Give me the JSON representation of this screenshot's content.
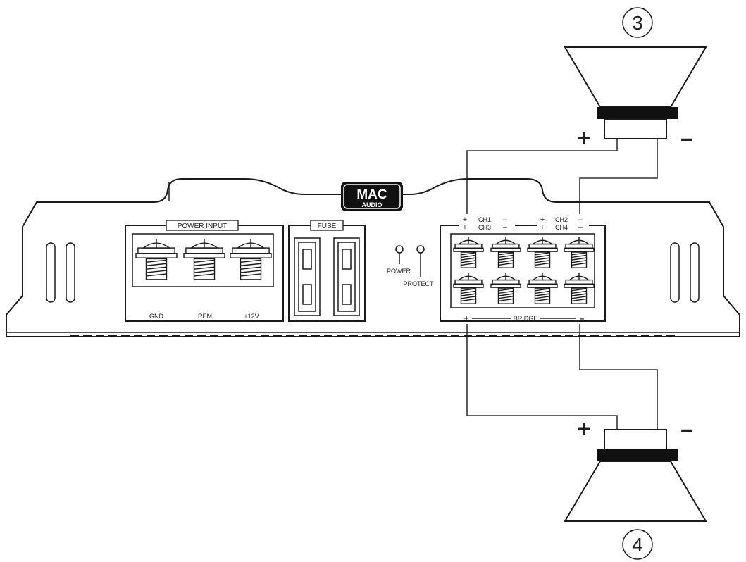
{
  "brand": {
    "line1": "MAC",
    "line2": "AUDIO"
  },
  "callouts": {
    "top": "3",
    "bottom": "4"
  },
  "speaker_top": {
    "plus": "+",
    "minus": "–"
  },
  "speaker_bottom": {
    "plus": "+",
    "minus": "–"
  },
  "power_input": {
    "title": "POWER INPUT",
    "terminals": [
      "GND",
      "REM",
      "+12V"
    ]
  },
  "fuse": {
    "title": "FUSE"
  },
  "indicators": {
    "power": "POWER",
    "protect": "PROTECT"
  },
  "speaker_outputs": {
    "row1_left": {
      "plus": "+",
      "label": "CH1",
      "minus": "–"
    },
    "row2_left": {
      "plus": "+",
      "label": "CH3",
      "minus": "–"
    },
    "row1_right": {
      "plus": "+",
      "label": "CH2",
      "minus": "–"
    },
    "row2_right": {
      "plus": "+",
      "label": "CH4",
      "minus": "–"
    },
    "bridge": {
      "plus": "+",
      "label": "BRIDGE",
      "minus": "–"
    }
  },
  "colors": {
    "ink": "#1a1a1a",
    "wire": "#333333",
    "background": "#ffffff"
  }
}
